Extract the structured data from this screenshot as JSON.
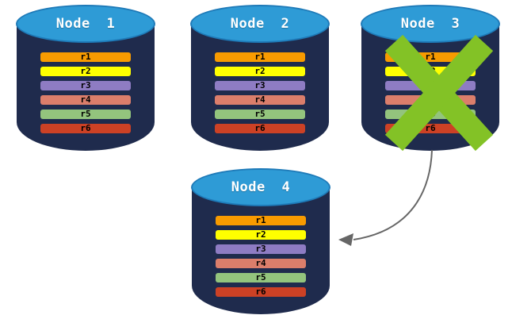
{
  "nodes": [
    {
      "label": "Node 1",
      "failed": false,
      "replicas": [
        "r1",
        "r2",
        "r3",
        "r4",
        "r5",
        "r6"
      ]
    },
    {
      "label": "Node 2",
      "failed": false,
      "replicas": [
        "r1",
        "r2",
        "r3",
        "r4",
        "r5",
        "r6"
      ]
    },
    {
      "label": "Node 3",
      "failed": true,
      "replicas": [
        "r1",
        "r2",
        "r3",
        "r4",
        "r5",
        "r6"
      ]
    },
    {
      "label": "Node 4",
      "failed": false,
      "replicas": [
        "r1",
        "r2",
        "r3",
        "r4",
        "r5",
        "r6"
      ]
    }
  ],
  "colors": {
    "cylinder_body": "#1F2B4D",
    "cylinder_top_fill": "#2E9BD6",
    "cylinder_top_border": "#1E7AB8",
    "node_label_text": "#FFFFFF",
    "replica_text": "#000000",
    "replica_colors": {
      "r1": "#F89B00",
      "r2": "#FFFF00",
      "r3": "#8E7CC3",
      "r4": "#DB7E6B",
      "r5": "#93C47D",
      "r6": "#CC4125"
    },
    "failure_x": "#83C226",
    "arrow": "#666666"
  },
  "failure_marker": {
    "on_node": "Node 3"
  },
  "migration_arrow": {
    "from": "Node 3",
    "to": "Node 4"
  }
}
